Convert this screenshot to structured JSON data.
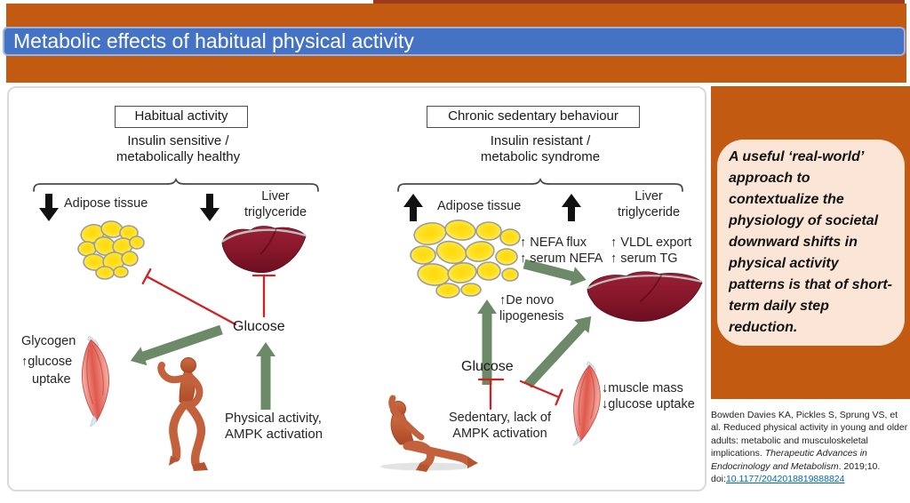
{
  "title": "Metabolic effects of habitual physical activity",
  "left": {
    "header": "Habitual activity",
    "subtitle1": "Insulin sensitive /",
    "subtitle2": "metabolically healthy",
    "adipose": "Adipose tissue",
    "liver1": "Liver",
    "liver2": "triglyceride",
    "glucose": "Glucose",
    "glycogen1": "Glycogen",
    "glycogen2": "↑glucose",
    "glycogen3": "uptake",
    "activity1": "Physical activity,",
    "activity2": "AMPK activation"
  },
  "right": {
    "header": "Chronic sedentary behaviour",
    "subtitle1": "Insulin resistant /",
    "subtitle2": "metabolic syndrome",
    "adipose": "Adipose tissue",
    "liver1": "Liver",
    "liver2": "triglyceride",
    "nefa1": "↑ NEFA flux",
    "nefa2": "↑ serum NEFA",
    "vldl1": "↑ VLDL export",
    "vldl2": "↑ serum TG",
    "denovo1": "↑De novo",
    "denovo2": "lipogenesis",
    "glucose": "Glucose",
    "sedentary1": "Sedentary, lack of",
    "sedentary2": "AMPK activation",
    "muscle1": "↓muscle mass",
    "muscle2": "↓glucose uptake"
  },
  "callout": {
    "text": "A useful ‘real-world’ approach to contextualize the physiology of societal downward shifts in physical activity patterns is that of short-term daily step reduction."
  },
  "citation": {
    "part1": "Bowden Davies KA, Pickles S, Sprung VS, et al. Reduced physical activity in young and older adults: metabolic and musculoskeletal implications. ",
    "journal": "Therapeutic Advances in Endocrinology and Metabolism",
    "part2": ". 2019;10.",
    "doi_label": "doi:",
    "doi": "10.1177/2042018819888824"
  },
  "colors": {
    "orange": "#C25A12",
    "maroon_strip": "#9D3A1C",
    "title_blue": "#4472C4",
    "green_arrow": "#6C8A68",
    "inhibit_red": "#CC2222",
    "black_arrow": "#111111",
    "callout_bg": "#FBE5D6",
    "link_blue": "#0563C1"
  }
}
